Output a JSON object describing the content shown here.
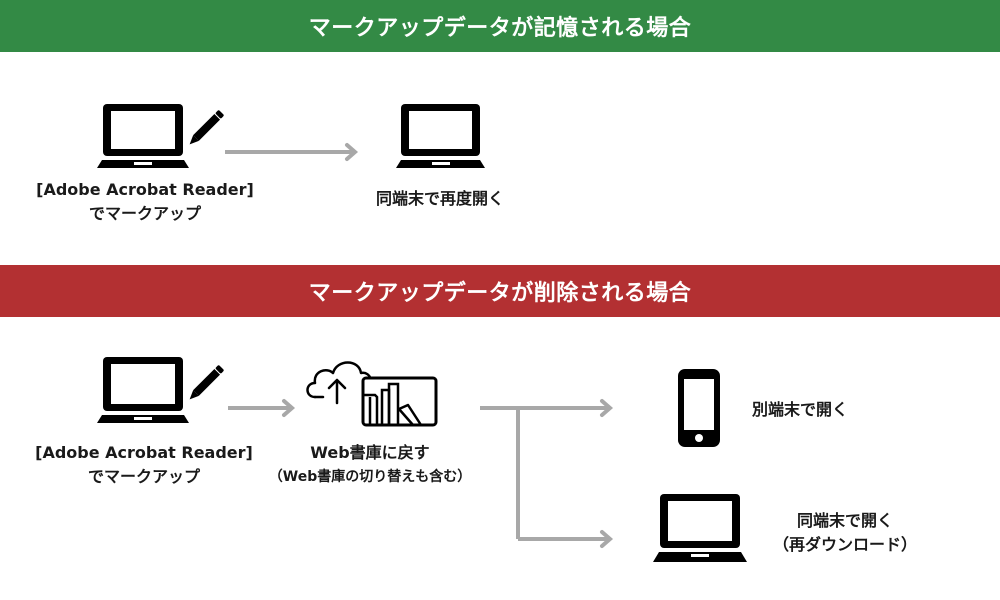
{
  "sections": [
    {
      "title": "マークアップデータが記憶される場合",
      "color": "#338a45",
      "steps": [
        {
          "icon": "laptop-pen-icon",
          "lines": [
            "[Adobe Acrobat Reader]",
            "でマークアップ"
          ]
        },
        {
          "icon": "laptop-icon",
          "lines": [
            "同端末で再度開く"
          ]
        }
      ]
    },
    {
      "title": "マークアップデータが削除される場合",
      "color": "#b33032",
      "steps": [
        {
          "icon": "laptop-pen-icon",
          "lines": [
            "[Adobe Acrobat Reader]",
            "でマークアップ"
          ]
        },
        {
          "icon": "cloud-upload-bookshelf-icon",
          "lines": [
            "Web書庫に戻す",
            "（Web書庫の切り替えも含む）"
          ]
        }
      ],
      "branches": [
        {
          "icon": "smartphone-icon",
          "lines": [
            "別端末で開く"
          ]
        },
        {
          "icon": "laptop-icon",
          "lines": [
            "同端末で開く",
            "（再ダウンロード）"
          ]
        }
      ]
    }
  ],
  "arrow_color": "#a8a8a8"
}
